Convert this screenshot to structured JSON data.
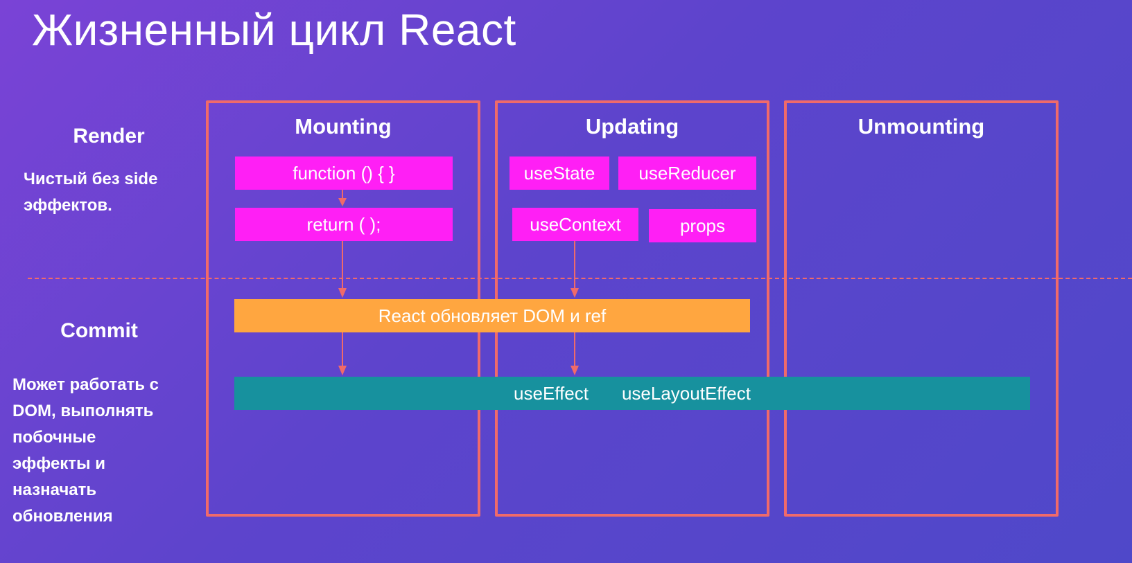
{
  "title": "Жизненный цикл React",
  "phases": {
    "render": {
      "label": "Render",
      "description": [
        "Чистый без side",
        "эффектов."
      ]
    },
    "commit": {
      "label": "Commit",
      "description": [
        "Может  работать с",
        "DOM, выполнять",
        "побочные",
        "эффекты и",
        "назначать",
        "обновления"
      ]
    }
  },
  "columns": {
    "mounting": "Mounting",
    "updating": "Updating",
    "unmounting": "Unmounting"
  },
  "mounting_boxes": {
    "function": "function () { }",
    "return": "return ( );"
  },
  "updating_boxes": {
    "use_state": "useState",
    "use_reducer": "useReducer",
    "use_context": "useContext",
    "props": "props"
  },
  "commit_bars": {
    "dom_update": "React обновляет DOM и ref",
    "use_effect": "useEffect",
    "use_layout_effect": "useLayoutEffect"
  },
  "colors": {
    "border": "#f06a6a",
    "render_box": "#ff1ff5",
    "dom_bar": "#ffa640",
    "effect_bar": "#17919e",
    "arrow": "#f06a6a"
  }
}
